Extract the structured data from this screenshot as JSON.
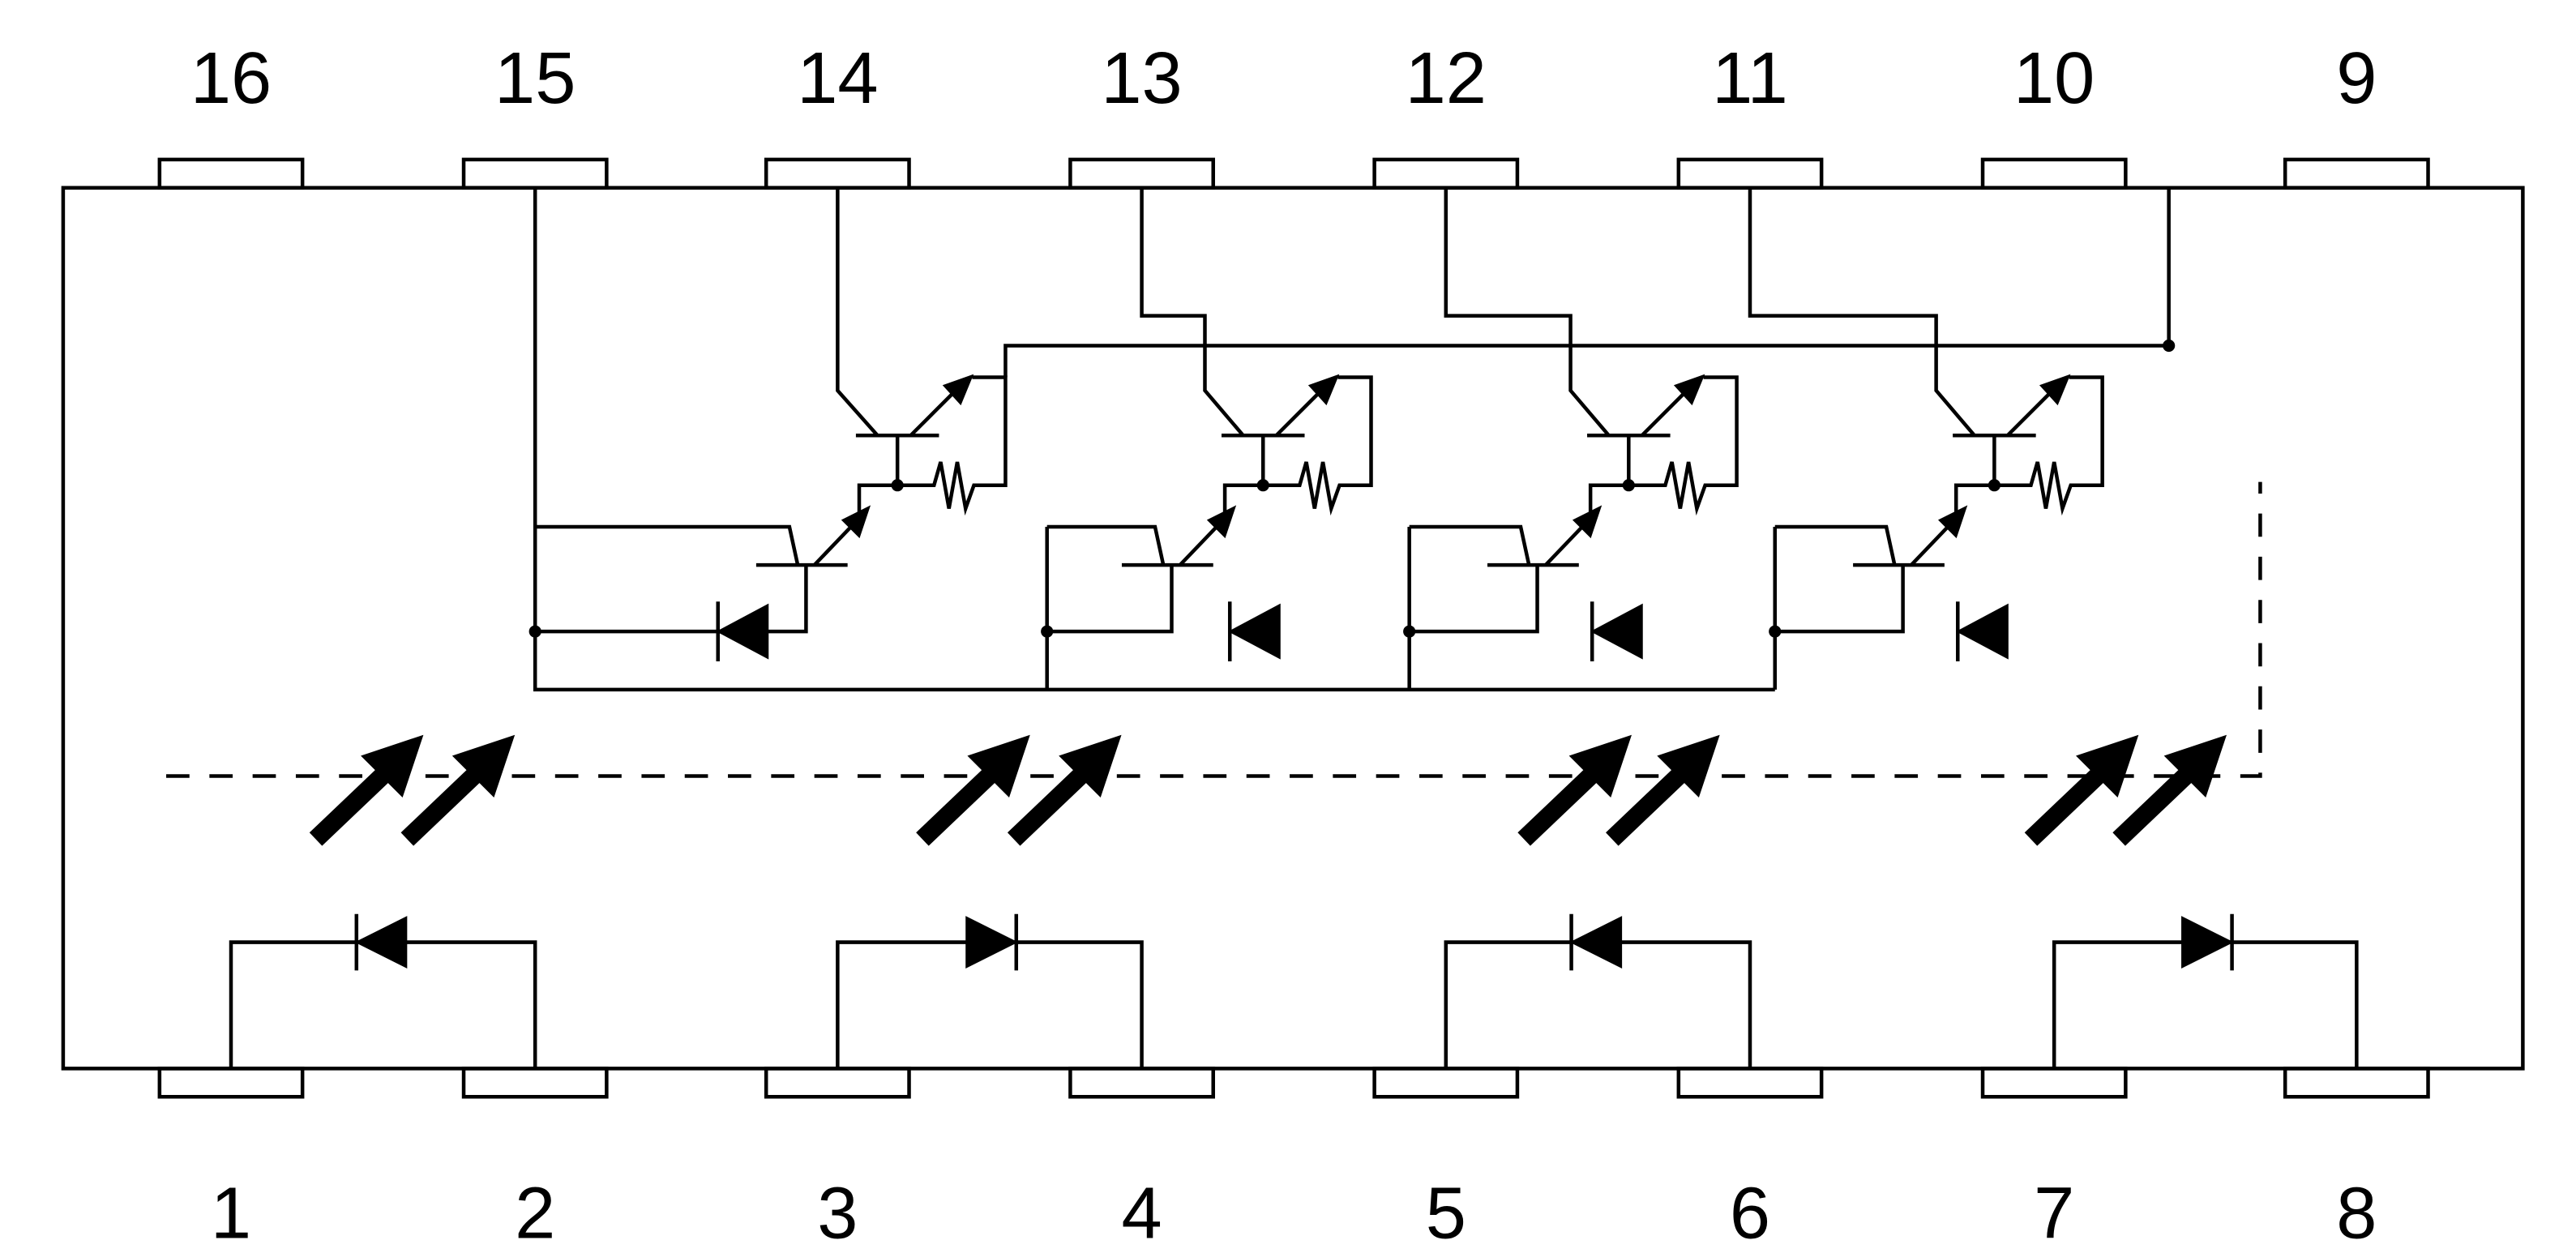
{
  "title": "Quad optocoupler with Darlington transistor outputs - pinout",
  "pins_top": [
    "16",
    "15",
    "14",
    "13",
    "12",
    "11",
    "10",
    "9"
  ],
  "pins_bottom": [
    "1",
    "2",
    "3",
    "4",
    "5",
    "6",
    "7",
    "8"
  ],
  "channels": [
    {
      "led_pins": [
        "1",
        "2"
      ],
      "led_direction": "left",
      "collector_pin": "14"
    },
    {
      "led_pins": [
        "3",
        "4"
      ],
      "led_direction": "right",
      "collector_pin": "13"
    },
    {
      "led_pins": [
        "5",
        "6"
      ],
      "led_direction": "left",
      "collector_pin": "12"
    },
    {
      "led_pins": [
        "7",
        "8"
      ],
      "led_direction": "right",
      "collector_pin": "11"
    }
  ],
  "components": {
    "output_stage": "darlington-transistor-with-base-resistor",
    "input": "led",
    "coupling": "light-arrows",
    "protection": "diode"
  },
  "colors": {
    "line": "#000000",
    "background": "#ffffff"
  }
}
